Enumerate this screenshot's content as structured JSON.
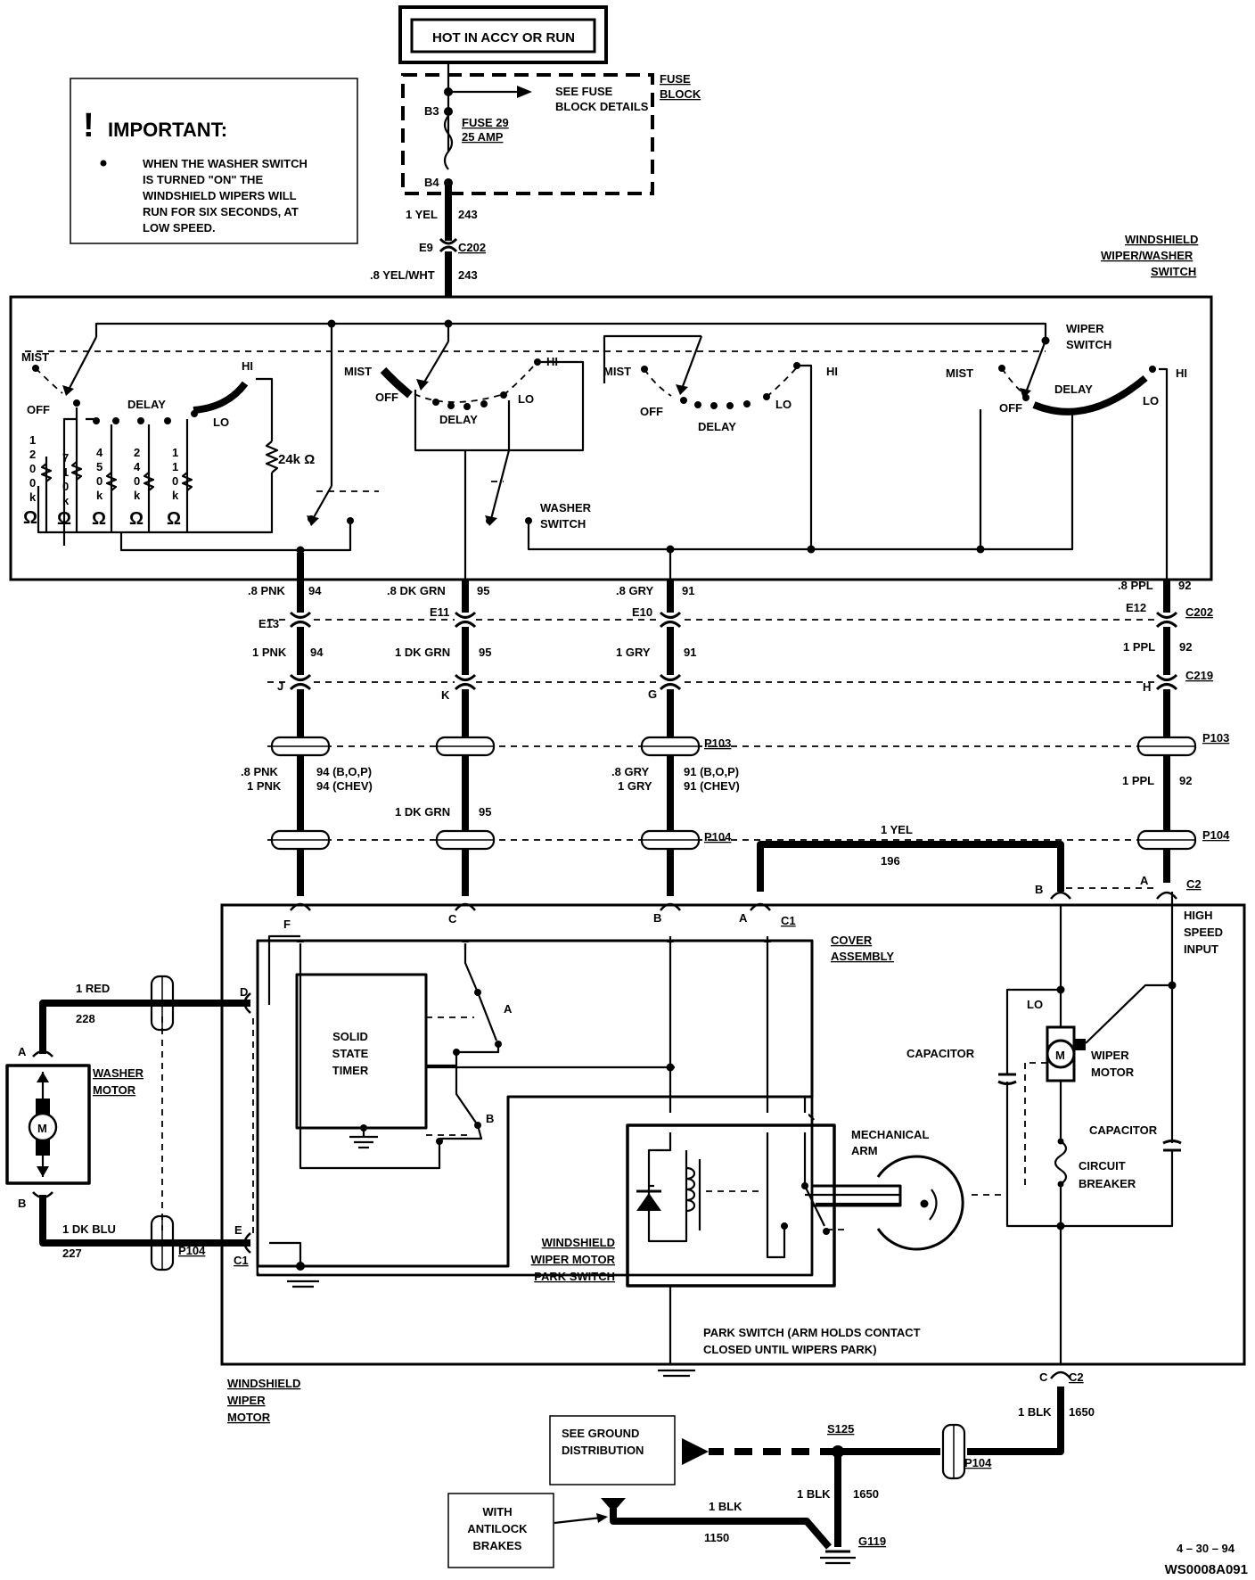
{
  "power": {
    "header": "HOT IN ACCY OR RUN",
    "fuse_block_label": "FUSE BLOCK",
    "see_fuse": "SEE FUSE BLOCK DETAILS",
    "fuse": "FUSE 29",
    "fuse_amp": "25 AMP",
    "pin_b3": "B3",
    "pin_b4": "B4",
    "wire_in": "1 YEL",
    "circuit_in": "243",
    "conn_e9": "E9",
    "conn_c202": "C202",
    "wire_sw": ".8 YEL/WHT",
    "circuit_sw": "243"
  },
  "important": {
    "mark": "!",
    "title": "IMPORTANT:",
    "lines": [
      "WHEN THE WASHER SWITCH",
      "IS TURNED \"ON\" THE",
      "WINDSHIELD WIPERS WILL",
      "RUN FOR SIX SECONDS, AT",
      "LOW SPEED."
    ]
  },
  "switch": {
    "title": "WINDSHIELD WIPER/WASHER SWITCH",
    "mist": "MIST",
    "off": "OFF",
    "delay": "DELAY",
    "hi": "HI",
    "lo": "LO",
    "wiper_switch": "WIPER SWITCH",
    "washer_switch": "WASHER SWITCH",
    "res_24k": "24k Ω",
    "resistors": [
      "1200kΩ",
      "710kΩ",
      "450kΩ",
      "240kΩ",
      "110kΩ"
    ]
  },
  "wires": [
    {
      "sw_gauge": ".8 PNK",
      "circuit": "94",
      "conn": "E13",
      "gauge2": "1 PNK",
      "c219": "J"
    },
    {
      "sw_gauge": ".8 DK GRN",
      "circuit": "95",
      "conn": "E11",
      "gauge2": "1 DK GRN",
      "c219": "K"
    },
    {
      "sw_gauge": ".8 GRY",
      "circuit": "91",
      "conn": "E10",
      "gauge2": "1 GRY",
      "c219": "G"
    },
    {
      "sw_gauge": ".8 PPL",
      "circuit": "92",
      "conn": "E12",
      "gauge2": "1 PPL",
      "c219": "H"
    }
  ],
  "connectors": {
    "c202": "C202",
    "c219": "C219",
    "p103": "P103",
    "p104": "P104",
    "c1": "C1",
    "c2": "C2",
    "s125": "S125",
    "g119": "G119"
  },
  "variants": {
    "pnk_a": ".8  PNK",
    "pnk_a_c": "94  (B,O,P)",
    "pnk_b": "1  PNK",
    "pnk_b_c": "94  (CHEV)",
    "grn": "1 DK GRN",
    "grn_c": "95",
    "gry_a": ".8  GRY",
    "gry_a_c": "91  (B,O,P)",
    "gry_b": "1  GRY",
    "gry_b_c": "91  (CHEV)",
    "ppl": "1 PPL",
    "ppl_c": "92"
  },
  "motor_unit": {
    "title": "WINDSHIELD WIPER MOTOR",
    "cover": "COVER ASSEMBLY",
    "timer": "SOLID STATE TIMER",
    "park_sw": "WINDSHIELD WIPER MOTOR PARK SWITCH",
    "mech_arm": "MECHANICAL ARM",
    "capacitor1": "CAPACITOR",
    "capacitor2": "CAPACITOR",
    "wiper_motor": "WIPER MOTOR",
    "circuit_breaker": "CIRCUIT BREAKER",
    "high_speed": "HIGH SPEED INPUT",
    "lo": "LO",
    "park_note": "PARK SWITCH (ARM HOLDS CONTACT CLOSED UNTIL WIPERS PARK)",
    "yel_wire": "1 YEL",
    "yel_circuit": "196",
    "pins": {
      "f": "F",
      "c": "C",
      "b": "B",
      "a": "A",
      "d": "D",
      "e": "E",
      "b2": "B",
      "a2": "A",
      "c2": "C"
    },
    "sw_a": "A",
    "sw_b": "B",
    "motor_m": "M"
  },
  "washer": {
    "title": "WASHER MOTOR",
    "red": "1 RED",
    "red_c": "228",
    "blu": "1 DK BLU",
    "blu_c": "227",
    "pin_a": "A",
    "pin_b": "B",
    "m": "M"
  },
  "ground": {
    "see_ground": "SEE GROUND DISTRIBUTION",
    "abs": "WITH ANTILOCK BRAKES",
    "blk": "1 BLK",
    "blk_c": "1650",
    "blk2": "1 BLK",
    "blk2_c": "1650",
    "blk3": "1 BLK",
    "blk3_c": "1150"
  },
  "footer": {
    "date": "4 – 30 – 94",
    "code": "WS0008A091"
  }
}
